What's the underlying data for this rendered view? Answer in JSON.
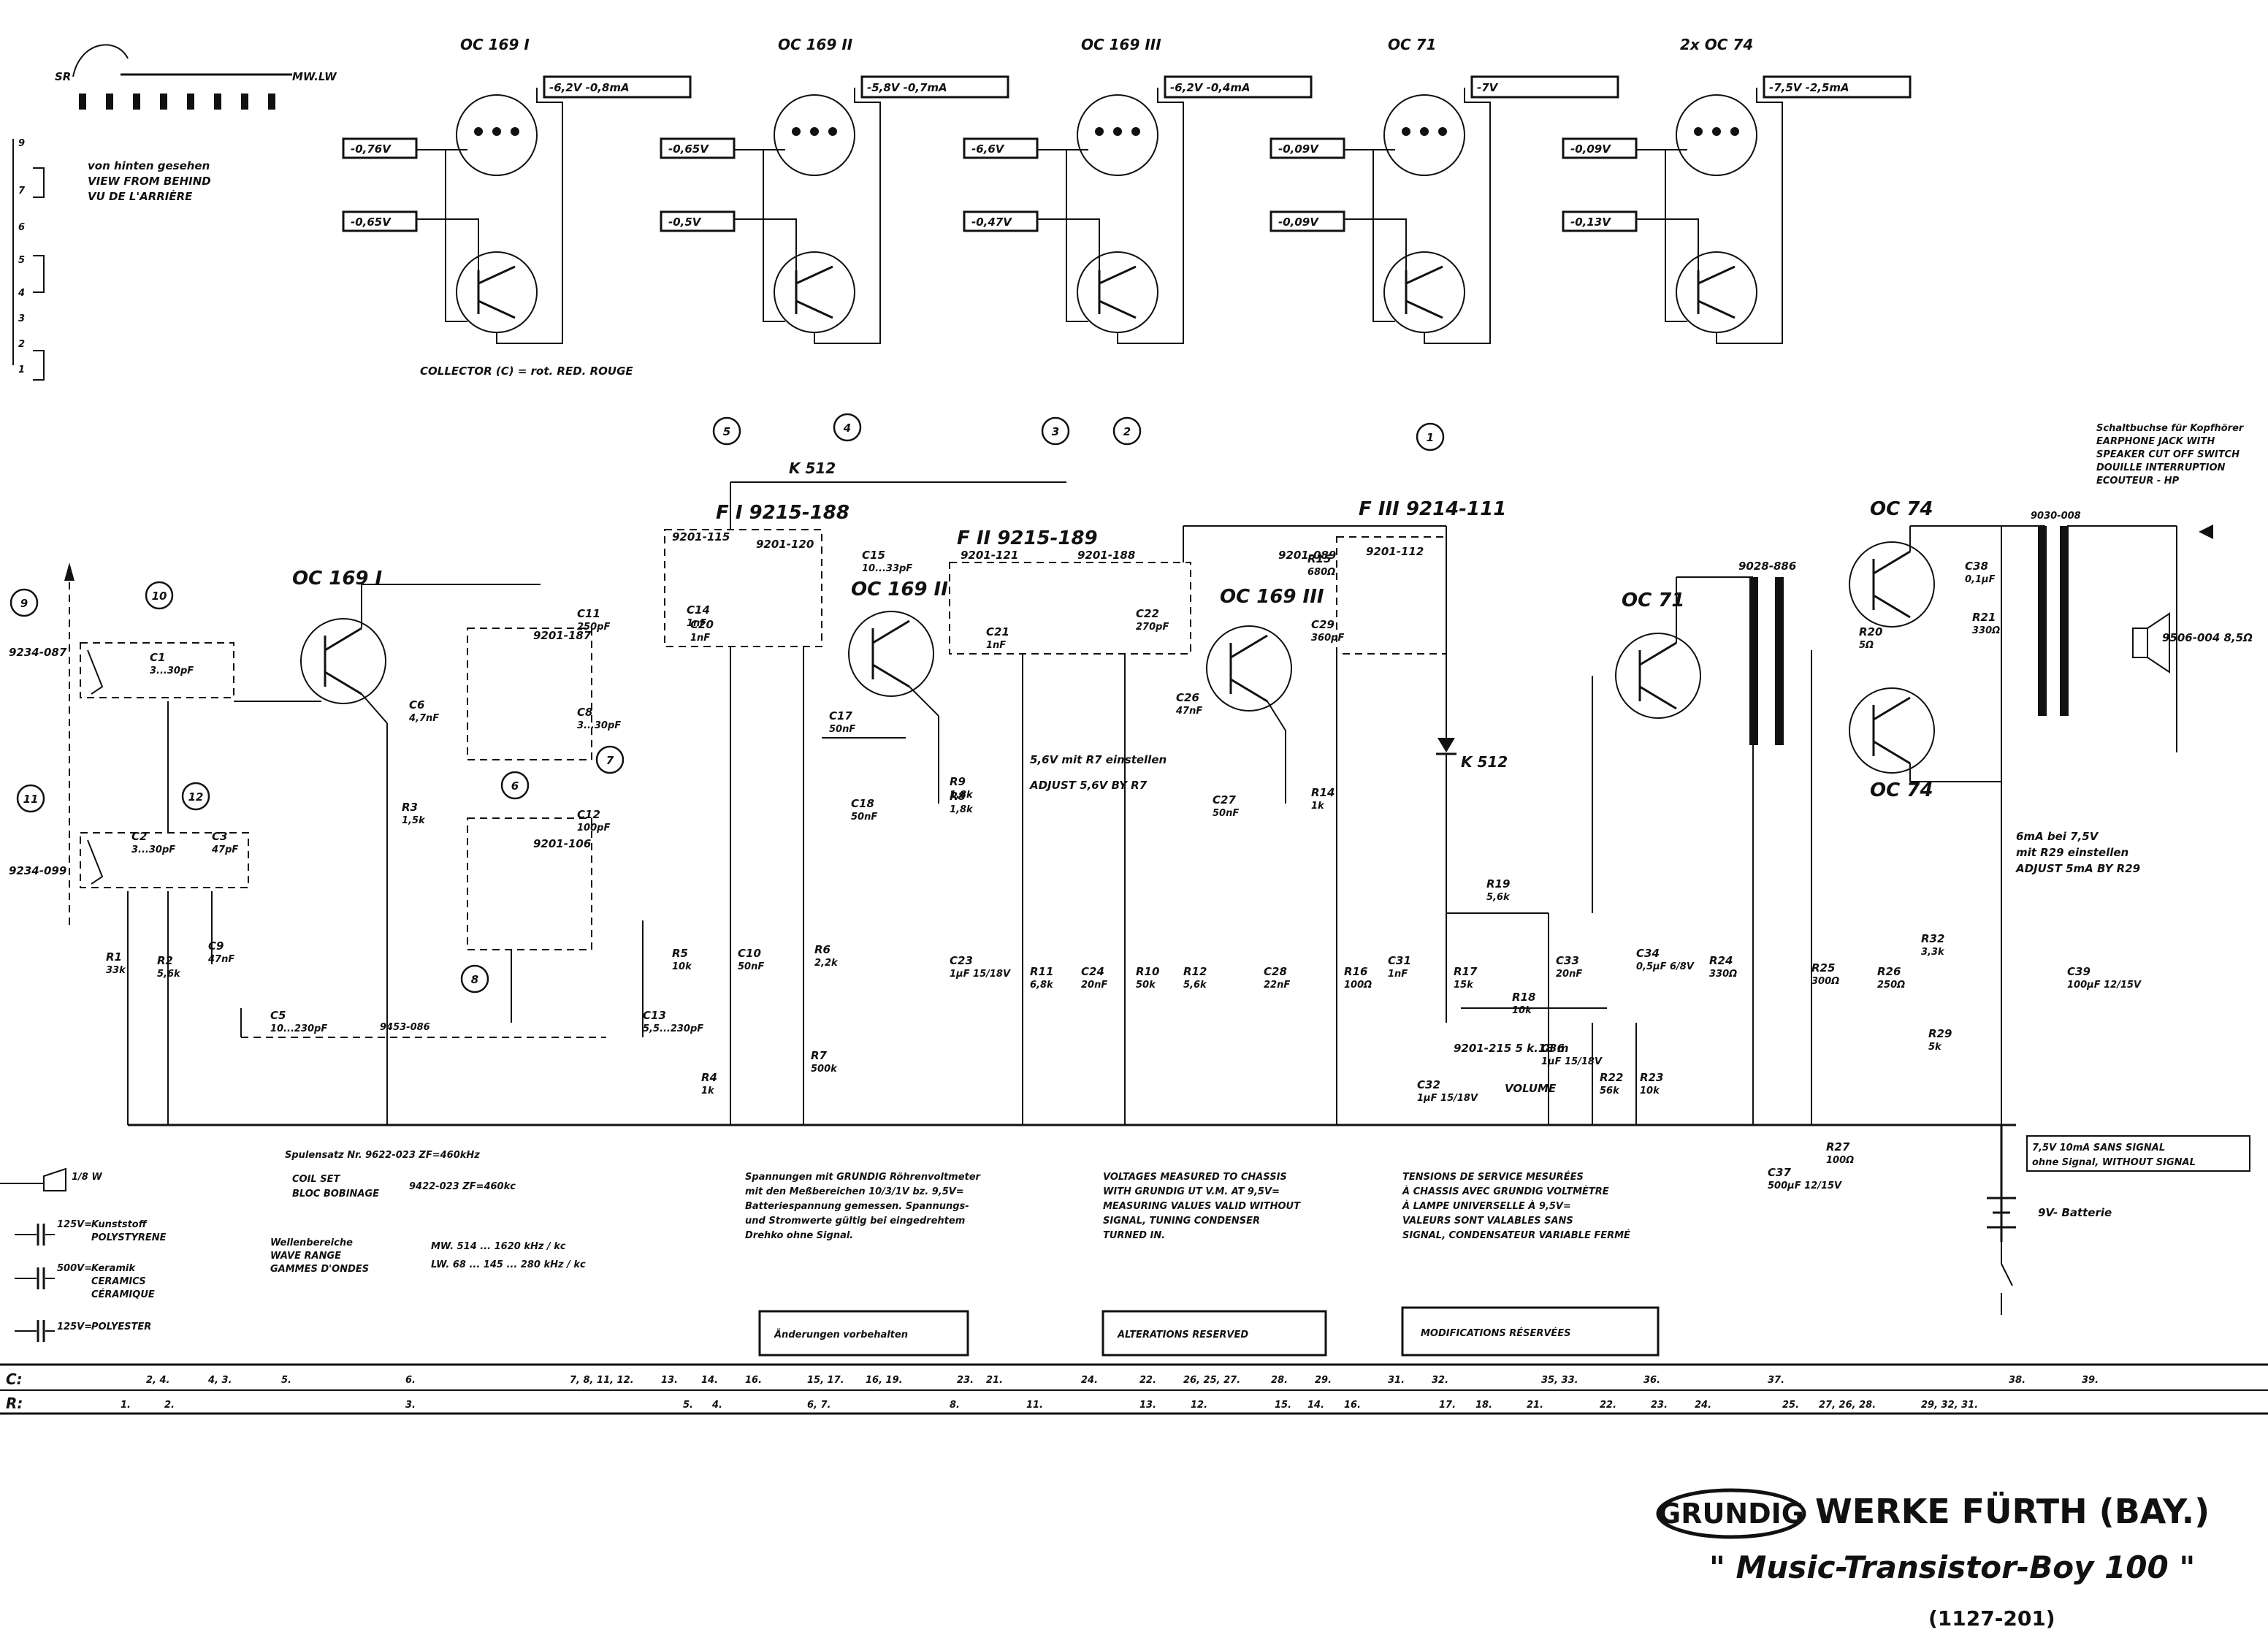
{
  "transistor_views": {
    "types": [
      "OC 169 I",
      "OC 169 II",
      "OC 169 III",
      "OC 71",
      "2x OC 74"
    ],
    "collector_values": [
      "-6,2V  -0,8mA",
      "-5,8V  -0,7mA",
      "-6,2V  -0,4mA",
      "-7V",
      "-7,5V  -2,5mA"
    ],
    "base_values": [
      "-0,76V",
      "-0,65V",
      "-6,6V",
      "-0,09V",
      "-0,09V"
    ],
    "emitter_values": [
      "-0,65V",
      "-0,5V",
      "-0,47V",
      "-0,09V",
      "-0,13V"
    ],
    "view_note": [
      "von hinten gesehen",
      "VIEW FROM BEHIND",
      "VU DE L'ARRIÈRE"
    ],
    "collector_note": "COLLECTOR (C) = rot. RED. ROUGE",
    "switch_top": "MW.LW"
  },
  "schematic": {
    "transistors": [
      "OC 169 I",
      "OC 169 II",
      "OC 169 III",
      "OC 71",
      "OC 74",
      "OC 74"
    ],
    "if_filters": [
      "F I 9215-188",
      "F II 9215-189",
      "F III 9214-111"
    ],
    "diodes": [
      "K 512",
      "K 512"
    ],
    "coils": [
      "9234-087",
      "9234-099",
      "9201-115",
      "9201-120",
      "9201-187",
      "9201-121",
      "9201-188",
      "9201-106",
      "9201-089",
      "9201-112",
      "9028-886"
    ],
    "circled_numbers": [
      "1",
      "2",
      "3",
      "4",
      "5",
      "6",
      "7",
      "8",
      "9",
      "10",
      "11",
      "12"
    ],
    "components": [
      {
        "ref": "C1",
        "val": "3...30pF"
      },
      {
        "ref": "C2",
        "val": "3...30pF"
      },
      {
        "ref": "C3",
        "val": "47pF"
      },
      {
        "ref": "C5",
        "val": "10...230pF"
      },
      {
        "ref": "C6",
        "val": "4,7nF"
      },
      {
        "ref": "C8",
        "val": "3...30pF"
      },
      {
        "ref": "C9",
        "val": "47nF"
      },
      {
        "ref": "C10",
        "val": "50nF"
      },
      {
        "ref": "C11",
        "val": "250pF"
      },
      {
        "ref": "C12",
        "val": "100pF"
      },
      {
        "ref": "C13",
        "val": "5,5...230pF"
      },
      {
        "ref": "C14",
        "val": "1nF"
      },
      {
        "ref": "C15",
        "val": "10...33pF"
      },
      {
        "ref": "C17",
        "val": "50nF"
      },
      {
        "ref": "C18",
        "val": "50nF"
      },
      {
        "ref": "C20",
        "val": "1nF"
      },
      {
        "ref": "C21",
        "val": "1nF"
      },
      {
        "ref": "C22",
        "val": "270pF"
      },
      {
        "ref": "C23",
        "val": "1µF 15/18V"
      },
      {
        "ref": "C24",
        "val": "20nF"
      },
      {
        "ref": "C26",
        "val": "47nF"
      },
      {
        "ref": "C27",
        "val": "50nF"
      },
      {
        "ref": "C28",
        "val": "22nF"
      },
      {
        "ref": "C29",
        "val": "360pF"
      },
      {
        "ref": "C31",
        "val": "1nF"
      },
      {
        "ref": "C32",
        "val": "1µF 15/18V"
      },
      {
        "ref": "C33",
        "val": "20nF"
      },
      {
        "ref": "C34",
        "val": "0,5µF 6/8V"
      },
      {
        "ref": "C36",
        "val": "1µF 15/18V"
      },
      {
        "ref": "C37",
        "val": "500µF 12/15V"
      },
      {
        "ref": "C38",
        "val": "0,1µF"
      },
      {
        "ref": "C39",
        "val": "100µF 12/15V"
      },
      {
        "ref": "R1",
        "val": "33k"
      },
      {
        "ref": "R2",
        "val": "5,6k"
      },
      {
        "ref": "R3",
        "val": "1,5k"
      },
      {
        "ref": "R4",
        "val": "1k"
      },
      {
        "ref": "R5",
        "val": "10k"
      },
      {
        "ref": "R6",
        "val": "2,2k"
      },
      {
        "ref": "R7",
        "val": "500k"
      },
      {
        "ref": "R8",
        "val": "1,8k"
      },
      {
        "ref": "R9",
        "val": "1,8k"
      },
      {
        "ref": "R10",
        "val": "50k"
      },
      {
        "ref": "R11",
        "val": "6,8k"
      },
      {
        "ref": "R12",
        "val": "5,6k"
      },
      {
        "ref": "R14",
        "val": "1k"
      },
      {
        "ref": "R15",
        "val": "680Ω"
      },
      {
        "ref": "R16",
        "val": "100Ω"
      },
      {
        "ref": "R17",
        "val": "15k"
      },
      {
        "ref": "R18",
        "val": "10k"
      },
      {
        "ref": "R19",
        "val": "5,6k"
      },
      {
        "ref": "R20",
        "val": "5Ω"
      },
      {
        "ref": "R21",
        "val": "330Ω"
      },
      {
        "ref": "R22",
        "val": "56k"
      },
      {
        "ref": "R23",
        "val": "10k"
      },
      {
        "ref": "R24",
        "val": "330Ω"
      },
      {
        "ref": "R25",
        "val": "300Ω"
      },
      {
        "ref": "R26",
        "val": "250Ω"
      },
      {
        "ref": "R27",
        "val": "100Ω"
      },
      {
        "ref": "R29",
        "val": "5k"
      },
      {
        "ref": "R32",
        "val": "3,3k"
      }
    ],
    "notes": {
      "adjust": [
        "5,6V mit R7 einstellen",
        "ADJUST 5,6V BY R7"
      ],
      "volume": "VOLUME",
      "volume_pot": "9201-215 5 k.18 m",
      "speaker": "9506-004  8,5Ω",
      "output_switch": [
        "Schaltbuchse für Kopfhörer",
        "EARPHONE JACK WITH",
        "SPEAKER CUT OFF SWITCH",
        "DOUILLE INTERRUPTION",
        "ECOUTEUR - HP"
      ],
      "output_transformer": "9030-008",
      "current_adjust": [
        "6mA bei 7,5V",
        "mit R29 einstellen",
        "ADJUST 5mA BY R29"
      ],
      "idle_current": [
        "7,5V   10mA SANS SIGNAL",
        "ohne Signal, WITHOUT SIGNAL"
      ],
      "battery": "9V- Batterie",
      "coil_set_line": "9453-086"
    }
  },
  "legend": {
    "resistor": "1/8 W",
    "cap_polystyrene": [
      "125V=",
      "Kunststoff",
      "POLYSTYRENE"
    ],
    "cap_ceramic": [
      "500V=",
      "Keramik",
      "CERAMICS",
      "CÉRAMIQUE"
    ],
    "cap_polyester": [
      "125V=",
      "POLYESTER"
    ],
    "coil_set": [
      "Spulensatz Nr. 9622-023  ZF=460kHz",
      "COIL SET",
      "BLOC BOBINAGE",
      "9422-023  ZF=460kc"
    ],
    "wave": [
      "Wellenbereiche",
      "WAVE RANGE",
      "GAMMES D'ONDES",
      "MW. 514 ... 1620 kHz / kc",
      "LW. 68 ... 145 ... 280 kHz / kc"
    ]
  },
  "measure_notes": {
    "de": [
      "Spannungen mit GRUNDIG Röhrenvoltmeter",
      "mit den Meßbereichen 10/3/1V bz. 9,5V=",
      "Batteriespannung gemessen. Spannungs-",
      "und Stromwerte gültig bei eingedrehtem",
      "Drehko ohne Signal."
    ],
    "en": [
      "VOLTAGES MEASURED TO CHASSIS",
      "WITH GRUNDIG UT V.M. AT 9,5V=",
      "MEASURING VALUES VALID WITHOUT",
      "SIGNAL, TUNING CONDENSER",
      "TURNED IN."
    ],
    "fr": [
      "TENSIONS DE SERVICE MESURÉES",
      "À CHASSIS AVEC GRUNDIG VOLTMÈTRE",
      "À LAMPE UNIVERSELLE À 9,5V=",
      "VALEURS SONT VALABLES SANS",
      "SIGNAL, CONDENSATEUR VARIABLE FERMÉ"
    ]
  },
  "reserved_boxes": [
    "Änderungen vorbehalten",
    "ALTERATIONS RESERVED",
    "MODIFICATIONS RÉSERVÉES"
  ],
  "index_rows": {
    "c_label": "C:",
    "r_label": "R:",
    "c_items": [
      "2, 4.",
      "4, 3.",
      "5.",
      "6.",
      "7, 8, 11, 12.",
      "13.",
      "14.",
      "16.",
      "15, 17.",
      "16, 19.",
      "23.",
      "21.",
      "24.",
      "22.",
      "26, 25, 27.",
      "28.",
      "29.",
      "31.",
      "32.",
      "35, 33.",
      "36.",
      "37.",
      "38.",
      "39."
    ],
    "r_items": [
      "1.",
      "2.",
      "3.",
      "5.",
      "4.",
      "6, 7.",
      "8.",
      "11.",
      "13.",
      "12.",
      "15.",
      "14.",
      "16.",
      "17.",
      "18.",
      "21.",
      "22.",
      "23.",
      "24.",
      "25.",
      "27, 26, 28.",
      "29, 32, 31."
    ]
  },
  "brand": {
    "logo": "GRUNDIG",
    "company": "WERKE FÜRTH (BAY.)",
    "model": "\" Music-Transistor-Boy 100 \"",
    "code": "(1127-201)"
  }
}
